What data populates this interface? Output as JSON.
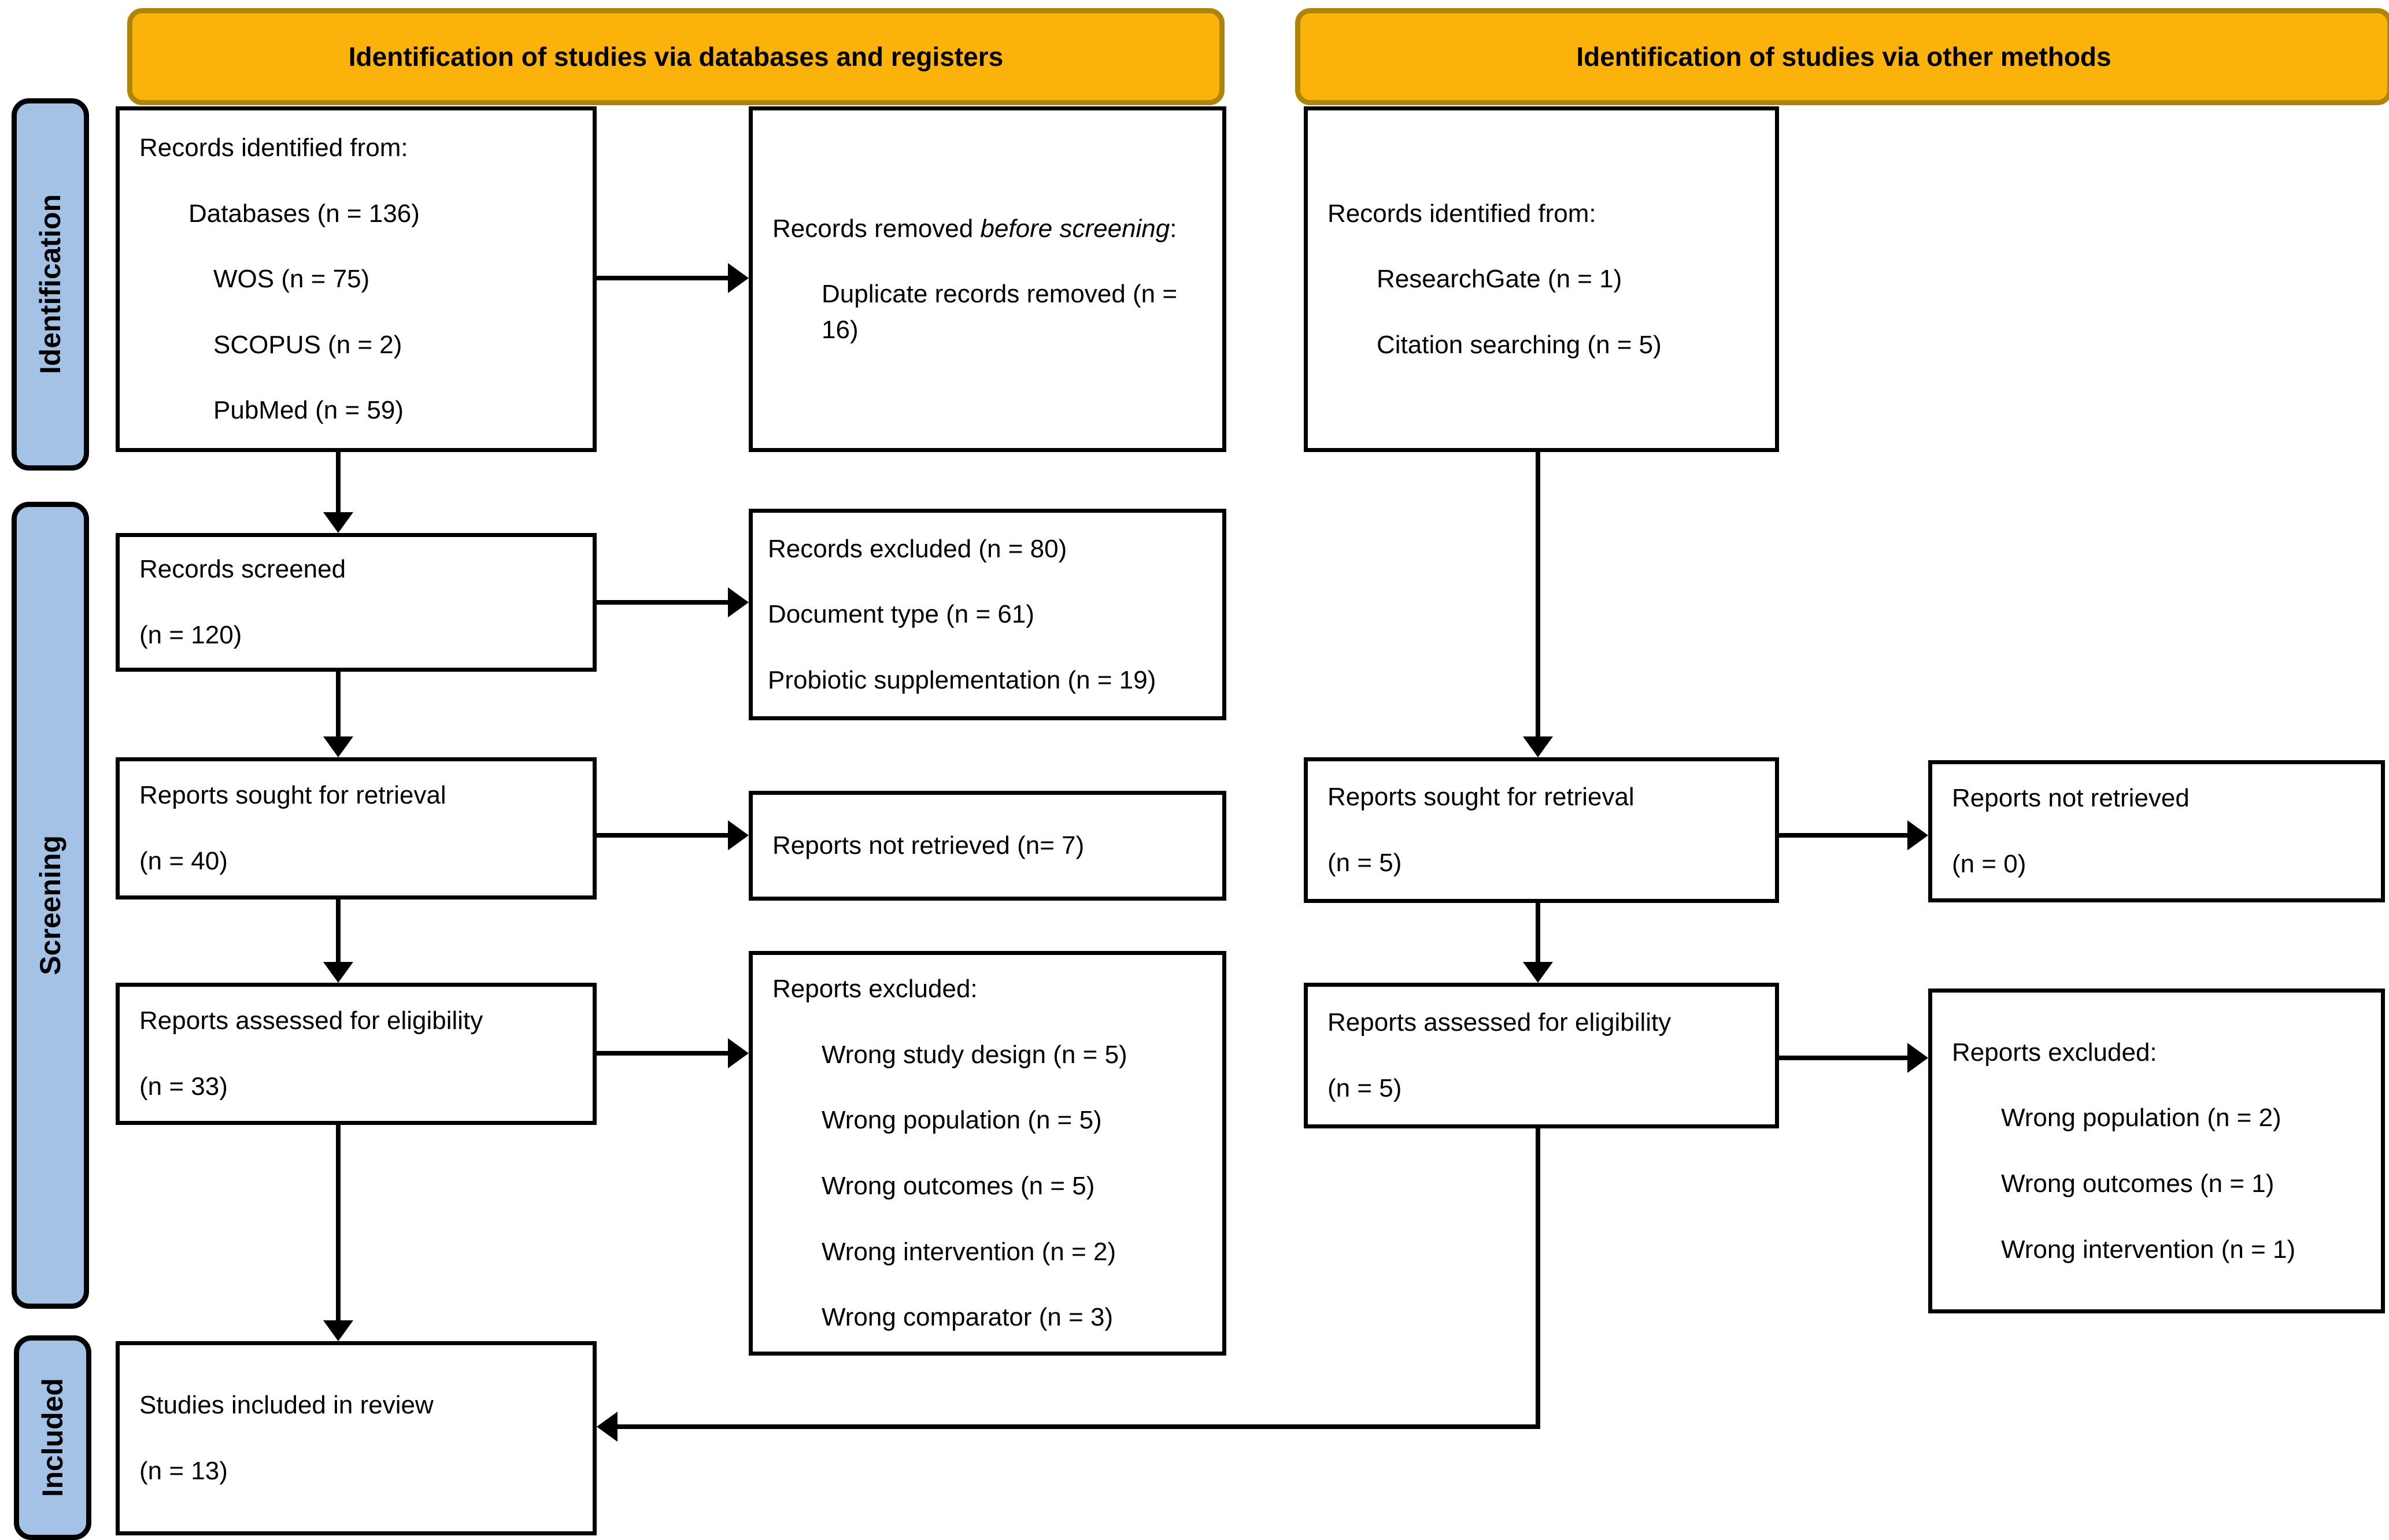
{
  "colors": {
    "header_fill": "#FBB30B",
    "header_border": "#AD8609",
    "sidebar_fill": "#A4C2E5",
    "box_border": "#000000",
    "arrow": "#000000"
  },
  "headers": {
    "databases": "Identification of studies via databases and registers",
    "other_methods": "Identification of studies via other methods"
  },
  "sidebar": {
    "identification": "Identification",
    "screening": "Screening",
    "included": "Included"
  },
  "boxes": {
    "records_identified_databases": {
      "title": "Records identified from:",
      "items": [
        "Databases (n = 136)",
        "WOS (n = 75)",
        "SCOPUS (n = 2)",
        "PubMed (n = 59)"
      ]
    },
    "records_removed": {
      "prefix": "Records removed ",
      "emphasis": "before screening",
      "suffix": ":",
      "items": [
        "Duplicate records removed (n = 16)"
      ]
    },
    "records_screened": {
      "lines": [
        "Records screened",
        "(n = 120)"
      ]
    },
    "records_excluded": {
      "lines": [
        "Records excluded (n = 80)",
        "Document type (n = 61)",
        "Probiotic supplementation (n = 19)"
      ]
    },
    "reports_sought_databases": {
      "lines": [
        "Reports sought for retrieval",
        "(n = 40)"
      ]
    },
    "reports_not_retrieved_databases": {
      "lines": [
        "Reports not retrieved (n= 7)"
      ]
    },
    "reports_assessed_databases": {
      "lines": [
        "Reports assessed for eligibility",
        "(n = 33)"
      ]
    },
    "reports_excluded_databases": {
      "title": "Reports excluded:",
      "items": [
        "Wrong study design (n = 5)",
        "Wrong population (n = 5)",
        "Wrong outcomes (n = 5)",
        "Wrong intervention (n = 2)",
        "Wrong comparator (n = 3)"
      ]
    },
    "records_identified_other": {
      "title": "Records identified from:",
      "items": [
        "ResearchGate (n = 1)",
        "Citation searching (n = 5)"
      ]
    },
    "reports_sought_other": {
      "lines": [
        "Reports sought for retrieval",
        "(n = 5)"
      ]
    },
    "reports_not_retrieved_other": {
      "lines": [
        "Reports not retrieved",
        "(n = 0)"
      ]
    },
    "reports_assessed_other": {
      "lines": [
        "Reports assessed for eligibility",
        "(n = 5)"
      ]
    },
    "reports_excluded_other": {
      "title": "Reports excluded:",
      "items": [
        "Wrong population (n = 2)",
        "Wrong outcomes (n = 1)",
        "Wrong intervention (n = 1)"
      ]
    },
    "studies_included": {
      "lines": [
        "Studies included in review",
        "(n = 13)"
      ]
    }
  }
}
